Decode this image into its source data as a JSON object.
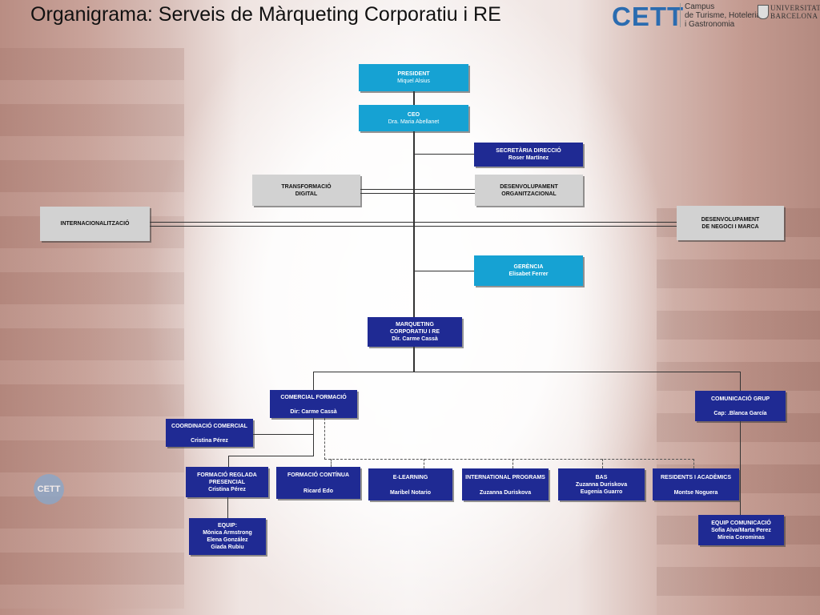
{
  "title": "Organigrama: Serveis de Màrqueting Corporatiu i RE",
  "logo": {
    "cett": "CETT",
    "campus_lines": [
      "Campus",
      "de Turisme, Hoteleria",
      "i Gastronomia"
    ],
    "ub_lines": [
      "UNIVERSITAT DE",
      "BARCELONA"
    ],
    "wall_sign": "CETT"
  },
  "colors": {
    "executive": "#16a2d3",
    "staff": "#1f2a93",
    "support": "#d2d2d2"
  },
  "org": {
    "president": {
      "role": "PRESIDENT",
      "name": "Miquel Alsius"
    },
    "ceo": {
      "role": "CEO",
      "name": "Dra. Maria Abellanet"
    },
    "secretaria": {
      "role": "SECRETÀRIA DIRECCIÓ",
      "name": "Roser Martínez"
    },
    "transformacio": [
      "TRANSFORMACIÓ",
      "DIGITAL"
    ],
    "desenvolupament_org": [
      "DESENVOLUPAMENT",
      "ORGANITZACIONAL"
    ],
    "internacionalitzacio": "INTERNACIONALITZACIÓ",
    "desenvolupament_negoci": [
      "DESENVOLUPAMENT",
      "DE NEGOCI I MARCA"
    ],
    "gerencia": {
      "role": "GERÈNCIA",
      "name": "Elisabet Ferrer"
    },
    "marqueting": [
      "MARQUETING",
      "CORPORATIU I RE",
      "Dir. Carme Cassà"
    ],
    "comercial_formacio": {
      "role": "COMERCIAL FORMACIÓ",
      "name": "Dir: Carme Cassà"
    },
    "comunicacio_grup": {
      "role": "COMUNICACIÓ GRUP",
      "name": "Cap: .Blanca García"
    },
    "coordinacio": {
      "role": "COORDINACIÓ COMERCIAL",
      "name": "Cristina Pérez"
    },
    "formacio_reglada": [
      "FORMACIÓ REGLADA",
      "PRESENCIAL",
      "Cristina Pérez"
    ],
    "formacio_continua": {
      "role": "FORMACIÓ CONTÍNUA",
      "name": "Ricard Edo"
    },
    "elearning": {
      "role": "E-LEARNING",
      "name": "Maribel Notario"
    },
    "international": {
      "role": "INTERNATIONAL PROGRAMS",
      "name": "Zuzanna Duriskova"
    },
    "bas": [
      "BAS",
      "Zuzanna Duriskova",
      "Eugenia Guarro"
    ],
    "residents": {
      "role": "RESIDENTS I ACADÈMICS",
      "name": "Montse Noguera"
    },
    "equip": [
      "EQUIP:",
      "Mònica Armstrong",
      "Elena González",
      "Giada Rubiu"
    ],
    "equip_comunicacio": [
      "EQUIP COMUNICACIÓ",
      "Sofia Alva/Marta Perez",
      "Mireia Corominas"
    ]
  }
}
